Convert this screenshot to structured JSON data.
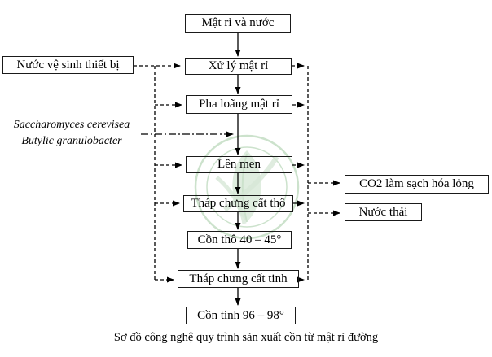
{
  "diagram": {
    "caption": "Sơ đồ công nghệ quy trình sản xuất cồn từ mật rỉ đường",
    "nodes": {
      "input": "Mật rỉ và nước",
      "treat": "Xử lý mật rỉ",
      "dilute": "Pha loãng mật rỉ",
      "ferment": "Lên men",
      "crude_column": "Tháp chưng cất thô",
      "crude_alcohol": "Cồn thô 40 – 45°",
      "rectify_column": "Tháp chưng cất tinh",
      "fine_alcohol": "Cồn tinh 96 – 98°",
      "cleaning_water": "Nước vệ sinh thiết bị",
      "co2_output": "CO2 làm sạch hóa lỏng",
      "wastewater": "Nước thải"
    },
    "microbes": {
      "line1": "Saccharomyces cerevisea",
      "line2": "Butylic granulobacter"
    },
    "colors": {
      "line": "#000000",
      "box_border": "#1a1a1a",
      "background": "#ffffff",
      "watermark_green": "#9cc89c"
    }
  }
}
